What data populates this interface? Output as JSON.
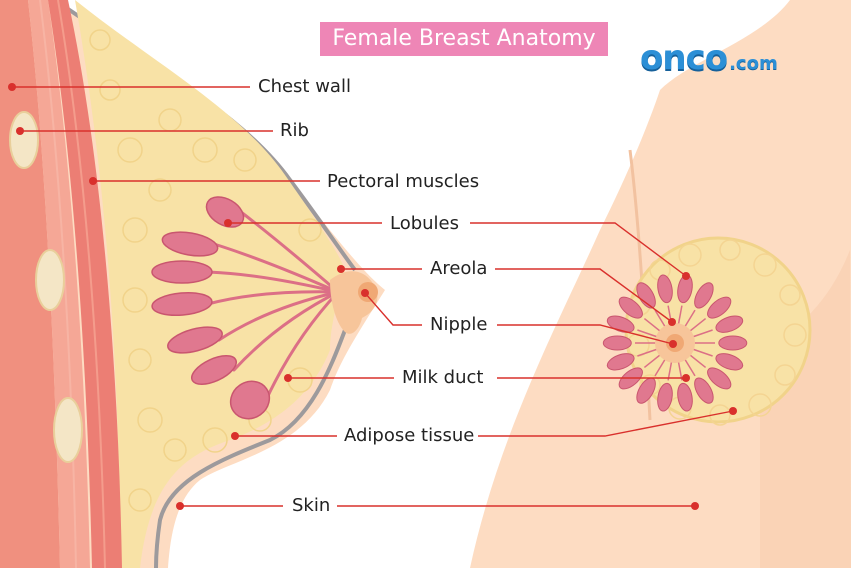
{
  "title": "Female Breast Anatomy",
  "logo": {
    "brand": "onco",
    "tld": ".com"
  },
  "labels": {
    "chest_wall": "Chest wall",
    "rib": "Rib",
    "pectoral_muscles": "Pectoral muscles",
    "lobules": "Lobules",
    "areola": "Areola",
    "nipple": "Nipple",
    "milk_duct": "Milk duct",
    "adipose_tissue": "Adipose tissue",
    "skin": "Skin"
  },
  "colors": {
    "title_bg": "#ee86b6",
    "leader_line": "#d9302c",
    "skin": "#fddcc2",
    "muscle": "#f0907f",
    "fat": "#f8e2a6",
    "lobule": "#e0788f",
    "logo": "#2c8fd6"
  }
}
